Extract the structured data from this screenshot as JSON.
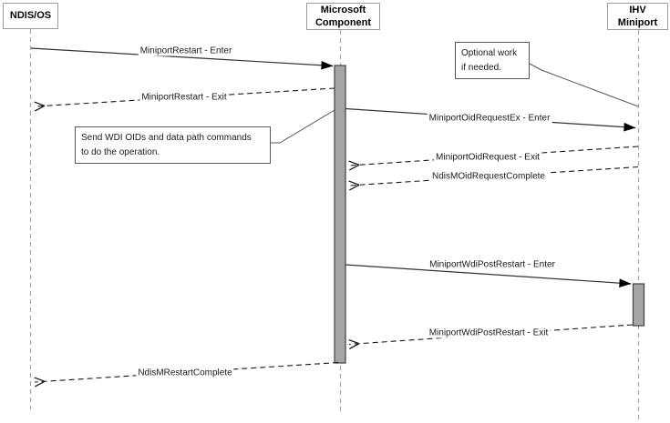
{
  "diagram": {
    "type": "sequence-diagram",
    "actors": [
      {
        "id": "ndis-os",
        "lines": [
          "NDIS/OS"
        ]
      },
      {
        "id": "microsoft-component",
        "lines": [
          "Microsoft",
          "Component"
        ]
      },
      {
        "id": "ihv-miniport",
        "lines": [
          "IHV",
          "Miniport"
        ]
      }
    ],
    "messages": [
      {
        "label": "MiniportRestart - Enter",
        "from": "NDIS/OS",
        "to": "Microsoft Component",
        "style": "solid"
      },
      {
        "label": "MiniportRestart - Exit",
        "from": "Microsoft Component",
        "to": "NDIS/OS",
        "style": "dashed"
      },
      {
        "label": "MiniportOidRequestEx - Enter",
        "from": "Microsoft Component",
        "to": "IHV Miniport",
        "style": "solid"
      },
      {
        "label": "MiniportOidRequest - Exit",
        "from": "IHV Miniport",
        "to": "Microsoft Component",
        "style": "dashed"
      },
      {
        "label": "NdisMOidRequestComplete",
        "from": "IHV Miniport",
        "to": "Microsoft Component",
        "style": "dashed"
      },
      {
        "label": "MiniportWdiPostRestart - Enter",
        "from": "Microsoft Component",
        "to": "IHV Miniport",
        "style": "solid"
      },
      {
        "label": "MiniportWdiPostRestart - Exit",
        "from": "IHV Miniport",
        "to": "Microsoft Component",
        "style": "dashed"
      },
      {
        "label": "NdisMRestartComplete",
        "from": "Microsoft Component",
        "to": "NDIS/OS",
        "style": "dashed"
      }
    ],
    "notes": [
      {
        "id": "note-optional-work",
        "lines": [
          "Optional work",
          "if needed."
        ]
      },
      {
        "id": "note-send-wdi-oids",
        "lines": [
          "Send WDI OIDs and data path commands",
          "to do the operation."
        ]
      }
    ],
    "colors": {
      "background": "#ffffff",
      "actor_border": "#9c9c9c",
      "note_border": "#585858",
      "lifeline": "#a6a6a6",
      "solid_message": "#333333",
      "dashed_message": "#1a1a1a",
      "activation_fill": "#a6a6a6",
      "activation_border": "#404040"
    }
  }
}
